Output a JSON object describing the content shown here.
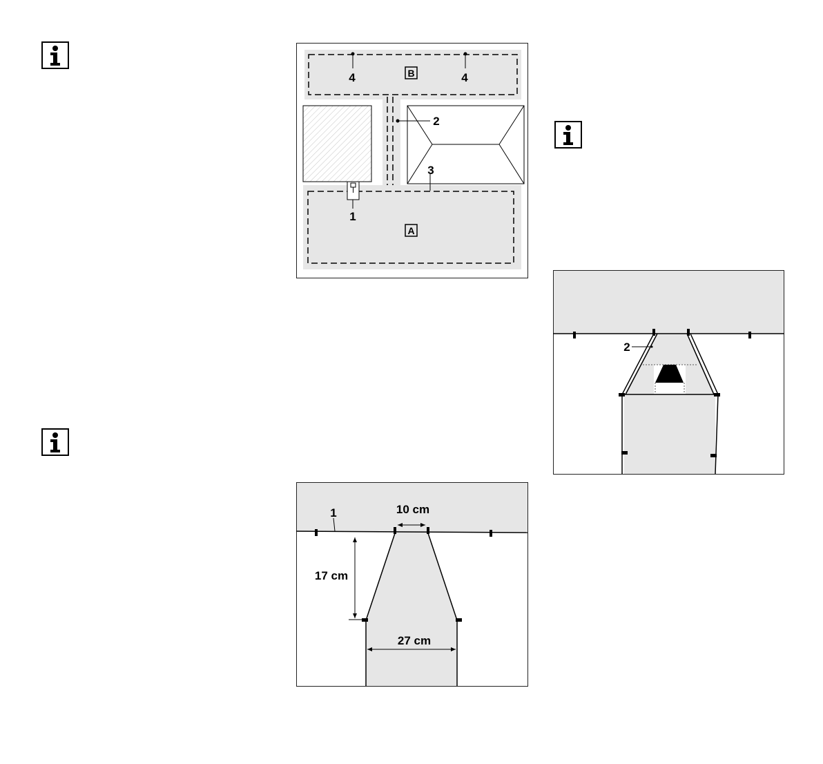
{
  "info_icons": [
    {
      "icon": "info-icon"
    },
    {
      "icon": "info-icon"
    },
    {
      "icon": "info-icon"
    }
  ],
  "figure_layout": {
    "label_4a": "4",
    "label_4b": "4",
    "zone_b": "B",
    "label_2": "2",
    "label_3": "3",
    "label_1": "1",
    "zone_a": "A"
  },
  "figure_corridor": {
    "label_1": "1",
    "dim_top": "10 cm",
    "dim_height": "17 cm",
    "dim_bottom": "27 cm"
  },
  "figure_passage": {
    "label_2": "2"
  },
  "colors": {
    "zone_fill": "#e6e6e6",
    "line": "#000000",
    "border": "#222222"
  }
}
